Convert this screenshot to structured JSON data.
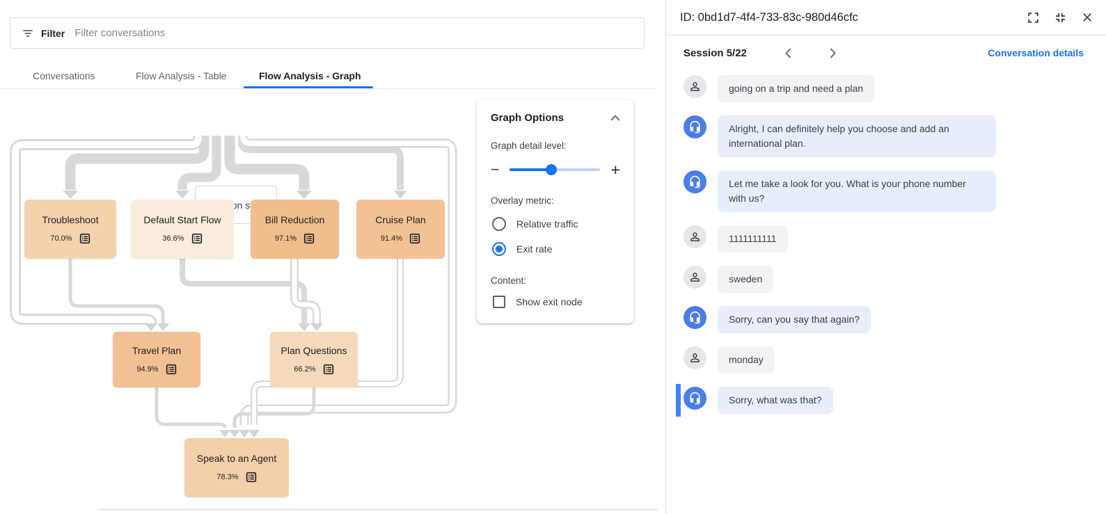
{
  "filter_bar": {
    "label": "Filter",
    "placeholder": "Filter conversations"
  },
  "tabs": [
    {
      "label": "Conversations",
      "active": false
    },
    {
      "label": "Flow Analysis - Table",
      "active": false
    },
    {
      "label": "Flow Analysis - Graph",
      "active": true
    }
  ],
  "graph": {
    "start_node": {
      "label": "Session start"
    },
    "nodes": [
      {
        "label": "Troubleshoot",
        "exit_rate": "70.0%",
        "color": "#f5d2ae"
      },
      {
        "label": "Default Start Flow",
        "exit_rate": "36.6%",
        "color": "#f9ecdc"
      },
      {
        "label": "Bill Reduction",
        "exit_rate": "97.1%",
        "color": "#f1bd8d"
      },
      {
        "label": "Cruise Plan",
        "exit_rate": "91.4%",
        "color": "#f2c295"
      },
      {
        "label": "Travel Plan",
        "exit_rate": "94.9%",
        "color": "#f1c093"
      },
      {
        "label": "Plan Questions",
        "exit_rate": "66.2%",
        "color": "#f6d9ba"
      },
      {
        "label": "Speak to an Agent",
        "exit_rate": "78.3%",
        "color": "#f4cfab"
      }
    ]
  },
  "graph_options": {
    "title": "Graph Options",
    "detail_label": "Graph detail level:",
    "overlay_label": "Overlay metric:",
    "radios": [
      {
        "label": "Relative traffic",
        "selected": false
      },
      {
        "label": "Exit rate",
        "selected": true
      }
    ],
    "content_label": "Content:",
    "checkbox_label": "Show exit node",
    "checkbox_checked": false,
    "slider_percent": 46
  },
  "panel": {
    "id_title": "ID: 0bd1d7-4f4-733-83c-980d46cfc",
    "session_label": "Session 5/22",
    "details_link": "Conversation details",
    "messages": [
      {
        "role": "user",
        "text": "going on a trip and need a plan",
        "selected": false
      },
      {
        "role": "bot",
        "text": "Alright, I can definitely help you choose and add an international plan.",
        "selected": false
      },
      {
        "role": "bot",
        "text": "Let me take a look for you. What is your phone number with us?",
        "selected": false
      },
      {
        "role": "user",
        "text": "1111111111",
        "selected": false
      },
      {
        "role": "user",
        "text": "sweden",
        "selected": false
      },
      {
        "role": "bot",
        "text": "Sorry, can you say that again?",
        "selected": false
      },
      {
        "role": "user",
        "text": "monday",
        "selected": false
      },
      {
        "role": "bot",
        "text": "Sorry, what was that?",
        "selected": true
      }
    ]
  },
  "colors": {
    "accent_blue": "#1a73e8",
    "selection_bar": "#4285f4",
    "bot_avatar": "#4a7de8",
    "bot_bubble": "#e7edfb",
    "user_bubble": "#f2f3f5",
    "edge_gray": "#d6d8da"
  }
}
